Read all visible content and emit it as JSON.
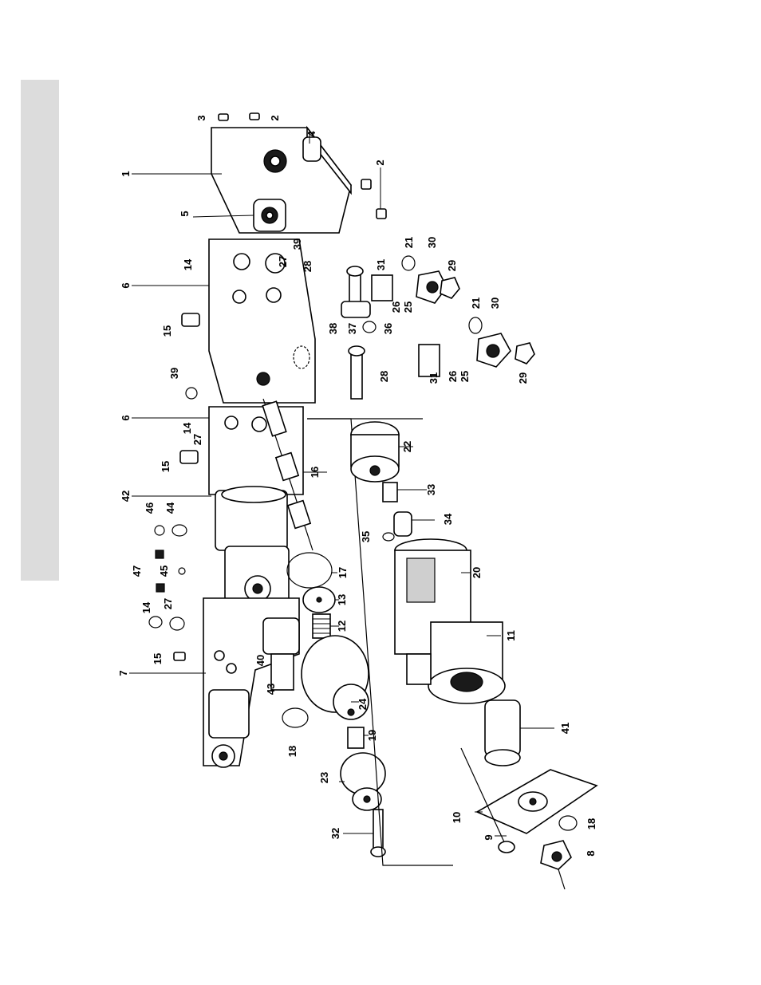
{
  "diagram": {
    "part_labels": [
      "1",
      "2",
      "2",
      "3",
      "4",
      "5",
      "6",
      "6",
      "7",
      "8",
      "9",
      "10",
      "11",
      "12",
      "13",
      "14",
      "14",
      "14",
      "15",
      "15",
      "15",
      "16",
      "17",
      "18",
      "18",
      "19",
      "20",
      "21",
      "21",
      "22",
      "23",
      "24",
      "25",
      "25",
      "26",
      "26",
      "27",
      "27",
      "27",
      "28",
      "28",
      "29",
      "29",
      "30",
      "30",
      "31",
      "31",
      "32",
      "33",
      "34",
      "35",
      "36",
      "37",
      "38",
      "39",
      "39",
      "40",
      "41",
      "42",
      "43",
      "44",
      "45",
      "46",
      "47"
    ]
  },
  "colors": {
    "side_tab": "#dcdcdc",
    "ink": "#000000",
    "paper": "#ffffff"
  }
}
